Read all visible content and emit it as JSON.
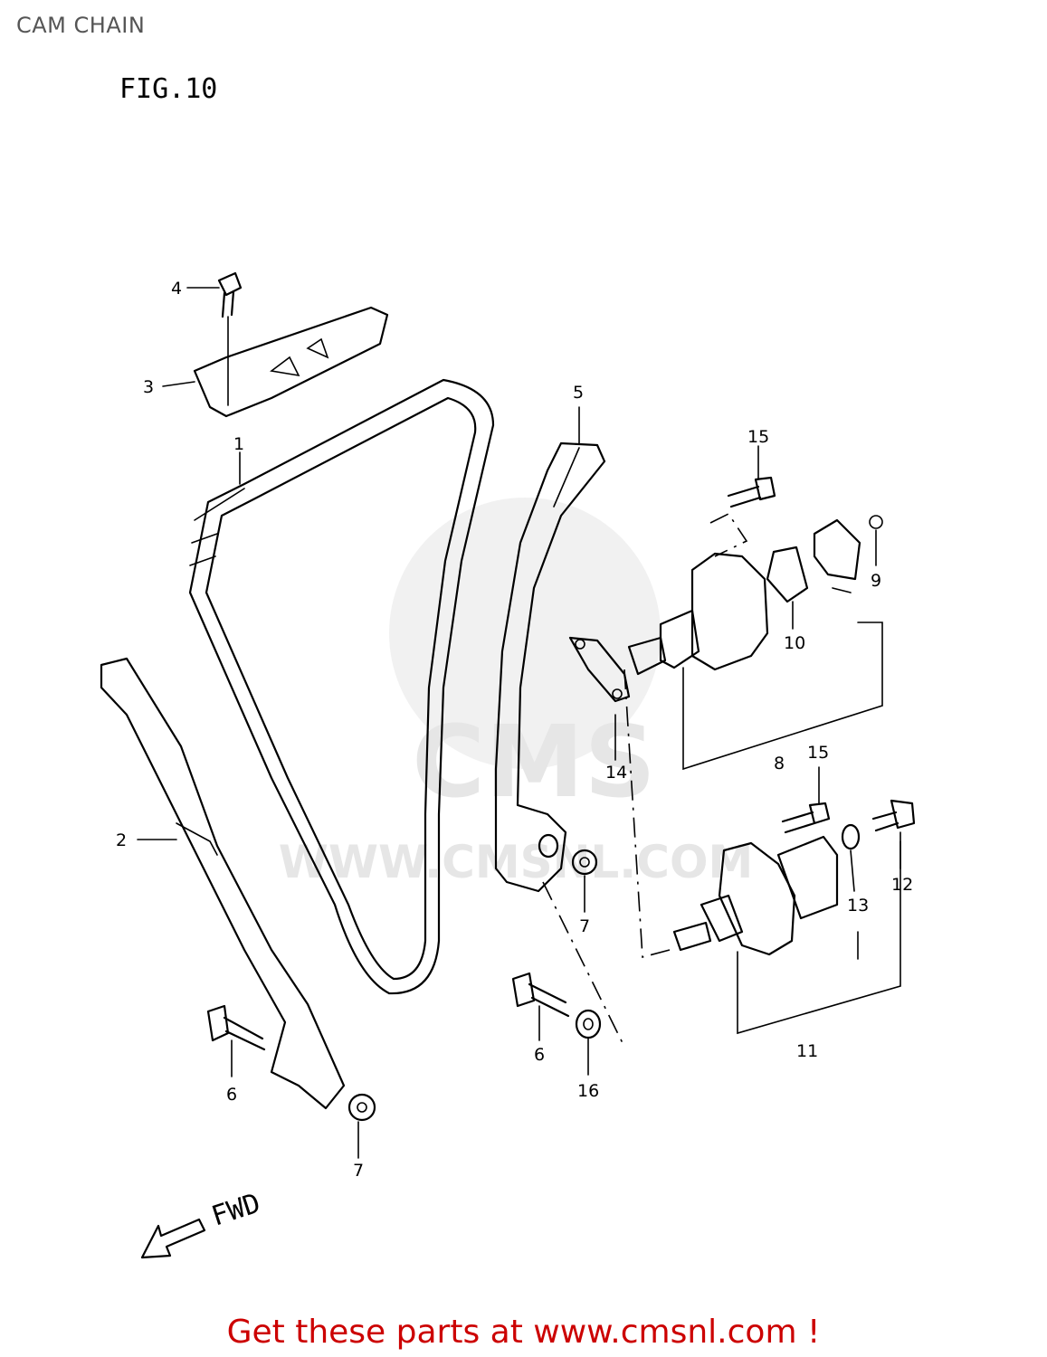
{
  "title": "CAM CHAIN",
  "figure_label": "FIG.10",
  "direction_label": "FWD",
  "watermark": "WWW.CMSNL.COM",
  "watermark_logo": "CMS",
  "footer": {
    "text": "Get these parts at www.cmsnl.com !",
    "color": "#cc0000"
  },
  "callouts": [
    {
      "id": "c1",
      "num": "1"
    },
    {
      "id": "c2",
      "num": "2"
    },
    {
      "id": "c3",
      "num": "3"
    },
    {
      "id": "c4",
      "num": "4"
    },
    {
      "id": "c5",
      "num": "5"
    },
    {
      "id": "c6a",
      "num": "6"
    },
    {
      "id": "c6b",
      "num": "6"
    },
    {
      "id": "c7a",
      "num": "7"
    },
    {
      "id": "c7b",
      "num": "7"
    },
    {
      "id": "c8",
      "num": "8"
    },
    {
      "id": "c9",
      "num": "9"
    },
    {
      "id": "c10",
      "num": "10"
    },
    {
      "id": "c11",
      "num": "11"
    },
    {
      "id": "c12",
      "num": "12"
    },
    {
      "id": "c13",
      "num": "13"
    },
    {
      "id": "c14",
      "num": "14"
    },
    {
      "id": "c15a",
      "num": "15"
    },
    {
      "id": "c15b",
      "num": "15"
    },
    {
      "id": "c16",
      "num": "16"
    }
  ]
}
